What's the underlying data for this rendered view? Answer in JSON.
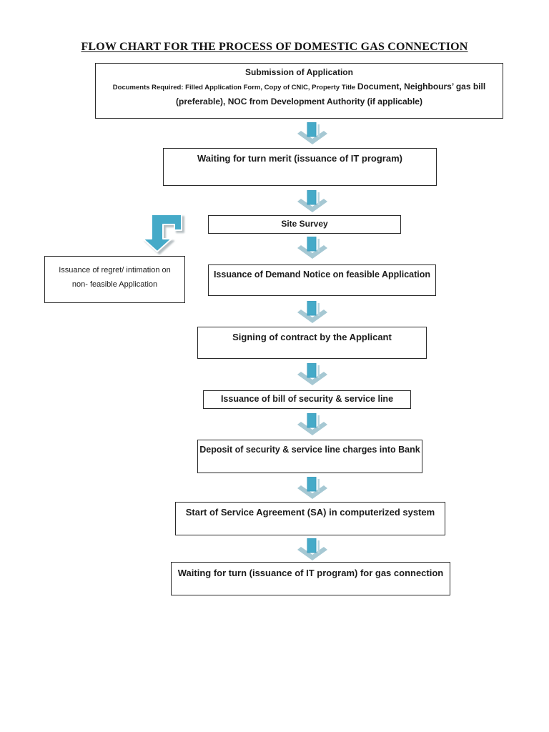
{
  "document": {
    "title": "FLOW CHART FOR THE PROCESS OF DOMESTIC GAS CONNECTION"
  },
  "colors": {
    "arrow_fill": "#45AAC8",
    "arrow_edge": "#3E9CBC",
    "arrow_chevron": "#A6C8D3",
    "arrow_highlight": "#B9D5DE",
    "box_border": "#2a2a2a",
    "text": "#1c1c1c",
    "background": "#ffffff"
  },
  "icons": {
    "down_arrow": "down-arrow",
    "bent_arrow": "bent-down-left-arrow"
  },
  "flow": {
    "submission": {
      "heading": "Submission of Application",
      "body_prefix": "Documents Required: Filled Application Form, Copy of CNIC, Property Title ",
      "body_suffix": "Document, Neighbours’ gas bill (preferable), NOC from Development Authority (if applicable)"
    },
    "steps": {
      "waiting_merit": "Waiting for turn merit (issuance of IT program)",
      "site_survey": "Site Survey",
      "regret_line1": "Issuance of regret/ intimation on",
      "regret_line2": "non- feasible Application",
      "demand_notice": "Issuance of Demand Notice on feasible Application",
      "signing_contract": "Signing of contract by the Applicant",
      "bill_security": "Issuance of bill of security & service line",
      "deposit_bank": "Deposit of security & service line charges into Bank",
      "service_agreement": "Start of Service Agreement (SA) in computerized system",
      "waiting_connection": "Waiting for turn (issuance of IT program) for gas connection"
    }
  }
}
